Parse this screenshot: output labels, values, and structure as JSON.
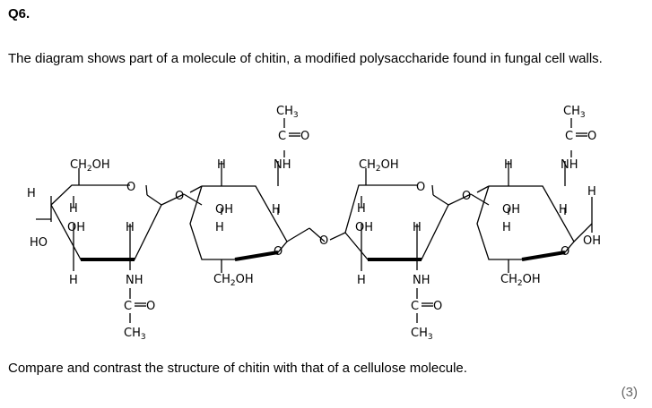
{
  "question_number": "Q6.",
  "intro": "The diagram shows part of a molecule of chitin, a modified polysaccharide found in fungal cell walls.",
  "question": "Compare and contrast the structure of chitin with that of a cellulose molecule.",
  "marks": "(3)",
  "diagram": {
    "labels": {
      "ch2oh": "CH",
      "sub2": "2",
      "oh_suffix": "OH",
      "ch3": "CH",
      "sub3": "3",
      "h": "H",
      "oh": "OH",
      "ho": "HO",
      "nh": "NH",
      "c": "C",
      "o": "O"
    }
  }
}
